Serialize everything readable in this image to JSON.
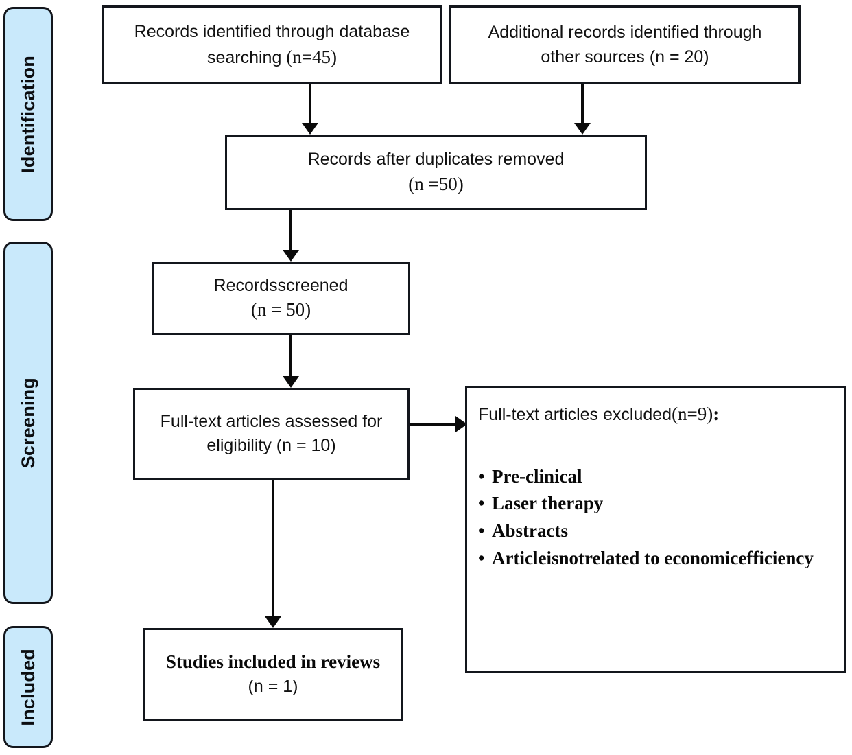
{
  "diagram": {
    "type": "prisma-flow-diagram",
    "accent_color": "#c9e9fb",
    "border_color": "#13161c",
    "text_color": "#111111"
  },
  "stages": [
    {
      "label": "Identification"
    },
    {
      "label": "Screening"
    },
    {
      "label": "Included"
    }
  ],
  "boxes": {
    "database_search": {
      "line1": "Records identified through database",
      "line2_text": "searching ",
      "line2_n": "(n=45)"
    },
    "other_sources": {
      "line1": "Additional records identified through",
      "line2": "other sources (n = 20)"
    },
    "duplicates_removed": {
      "line1": "Records after duplicates removed",
      "line2_n": "(n =50)"
    },
    "records_screened": {
      "line1": "Recordsscreened",
      "line2_n": "(n = 50)"
    },
    "fulltext_assessed": {
      "line1": "Full-text articles assessed for",
      "line2": "eligibility (n = 10)"
    },
    "fulltext_excluded": {
      "header_text": "Full-text articles excluded",
      "header_n": "(n=9)",
      "header_colon": ":",
      "bullet_marker": "•",
      "bullets": [
        "Pre-clinical",
        "Laser therapy",
        "Abstracts",
        "Articleisnotrelated to economicefficiency"
      ]
    },
    "studies_included": {
      "line1": "Studies included in reviews",
      "line2": "(n = 1)"
    }
  },
  "chart_data": {
    "type": "diagram",
    "title": "PRISMA flow diagram",
    "nodes": [
      {
        "id": "database_search",
        "stage": "Identification",
        "label": "Records identified through database searching",
        "n": 45
      },
      {
        "id": "other_sources",
        "stage": "Identification",
        "label": "Additional records identified through other sources",
        "n": 20
      },
      {
        "id": "duplicates_removed",
        "stage": "Identification",
        "label": "Records after duplicates removed",
        "n": 50
      },
      {
        "id": "records_screened",
        "stage": "Screening",
        "label": "Recordsscreened",
        "n": 50
      },
      {
        "id": "fulltext_assessed",
        "stage": "Screening",
        "label": "Full-text articles assessed for eligibility",
        "n": 10
      },
      {
        "id": "fulltext_excluded",
        "stage": "Screening",
        "label": "Full-text articles excluded",
        "n": 9,
        "reasons": [
          "Pre-clinical",
          "Laser therapy",
          "Abstracts",
          "Articleisnotrelated to economicefficiency"
        ]
      },
      {
        "id": "studies_included",
        "stage": "Included",
        "label": "Studies included in reviews",
        "n": 1
      }
    ],
    "edges": [
      {
        "from": "database_search",
        "to": "duplicates_removed"
      },
      {
        "from": "other_sources",
        "to": "duplicates_removed"
      },
      {
        "from": "duplicates_removed",
        "to": "records_screened"
      },
      {
        "from": "records_screened",
        "to": "fulltext_assessed"
      },
      {
        "from": "fulltext_assessed",
        "to": "fulltext_excluded"
      },
      {
        "from": "fulltext_assessed",
        "to": "studies_included"
      }
    ]
  }
}
